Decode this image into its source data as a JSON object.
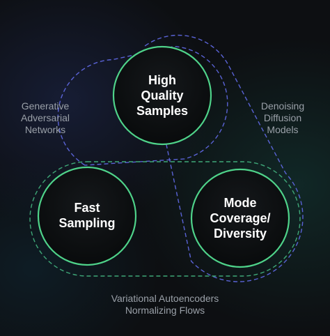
{
  "nodes": {
    "top": {
      "label": "High\nQuality\nSamples"
    },
    "left": {
      "label": "Fast\nSampling"
    },
    "right": {
      "label": "Mode\nCoverage/\nDiversity"
    }
  },
  "regions": {
    "gan": {
      "label": "Generative\nAdversarial\nNetworks"
    },
    "diffusion": {
      "label": "Denoising\nDiffusion\nModels"
    },
    "vae_flows": {
      "label": "Variational Autoencoders\nNormalizing Flows"
    }
  },
  "colors": {
    "background": "#0d0f12",
    "node_fill": "#0c0e10",
    "node_ring": "#4fd38a",
    "dash_gan": "#5a63d6",
    "dash_diffusion": "#5a63d6",
    "dash_vae": "#3fa878",
    "label_text": "#9aa0a8",
    "node_text": "#ffffff"
  }
}
